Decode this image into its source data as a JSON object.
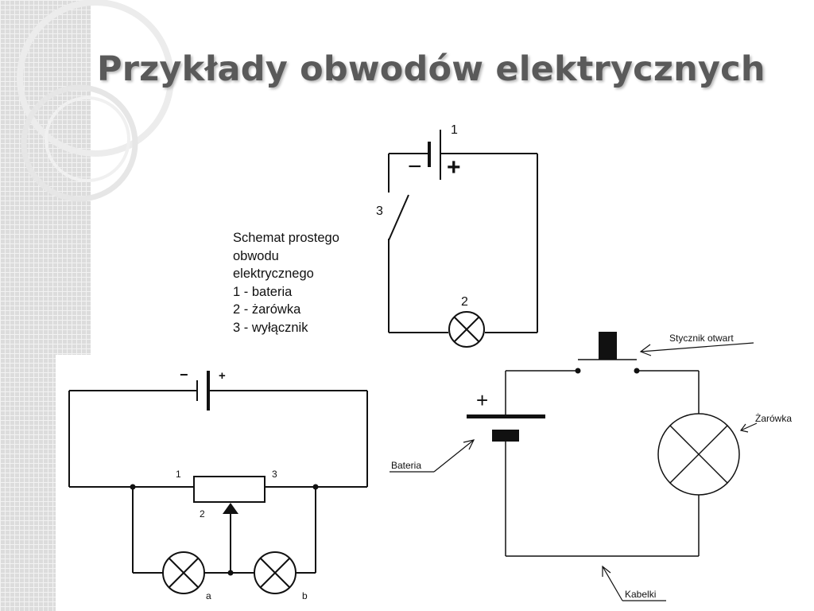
{
  "title": "Przykłady obwodów elektrycznych",
  "legend": {
    "line1": "Schemat prostego",
    "line2": "obwodu",
    "line3": "elektrycznego",
    "item1": "1 - bateria",
    "item2": "2 - żarówka",
    "item3": "3 - wyłącznik"
  },
  "simple_circuit": {
    "label_battery": "1",
    "label_bulb": "2",
    "label_switch": "3",
    "minus": "−",
    "plus": "+"
  },
  "potentiometer_circuit": {
    "minus": "−",
    "plus": "+",
    "label_1": "1",
    "label_2": "2",
    "label_3": "3",
    "label_a": "a",
    "label_b": "b"
  },
  "annotated_circuit": {
    "plus": "+",
    "contactor": "Stycznik otwart",
    "bulb": "Żarówka",
    "battery": "Bateria",
    "wires": "Kabelki"
  }
}
